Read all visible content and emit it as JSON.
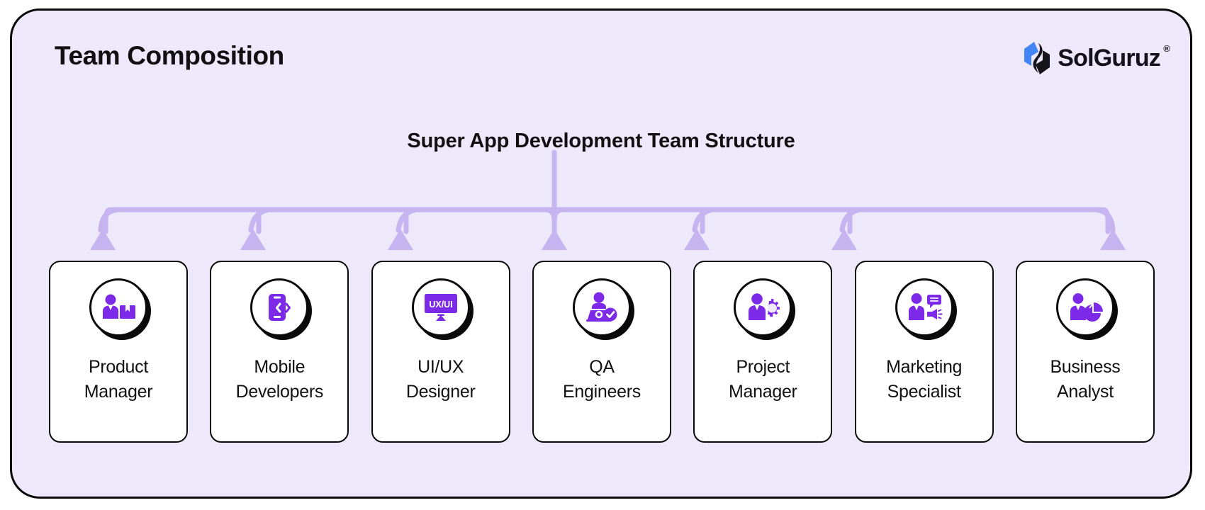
{
  "header": {
    "title": "Team Composition",
    "logo_text": "SolGuruz",
    "logo_registered": "®"
  },
  "diagram": {
    "title": "Super App Development Team Structure",
    "connector_color": "#c5b4f0",
    "accent_color": "#7d2ae8",
    "background_color": "#eee8fb",
    "card_background": "#ffffff",
    "border_color": "#0a0a0a",
    "roles": [
      {
        "id": "product-manager",
        "label": "Product\nManager",
        "line1": "Product",
        "line2": "Manager",
        "icon": "person-box-icon"
      },
      {
        "id": "mobile-developers",
        "label": "Mobile\nDevelopers",
        "line1": "Mobile",
        "line2": "Developers",
        "icon": "phone-code-icon"
      },
      {
        "id": "uiux-designer",
        "label": "UI/UX\nDesigner",
        "line1": "UI/UX",
        "line2": "Designer",
        "icon": "monitor-uxui-icon"
      },
      {
        "id": "qa-engineers",
        "label": "QA\nEngineers",
        "line1": "QA",
        "line2": "Engineers",
        "icon": "person-laptop-check-icon"
      },
      {
        "id": "project-manager",
        "label": "Project\nManager",
        "line1": "Project",
        "line2": "Manager",
        "icon": "person-gear-icon"
      },
      {
        "id": "marketing-specialist",
        "label": "Marketing\nSpecialist",
        "line1": "Marketing",
        "line2": "Specialist",
        "icon": "person-megaphone-icon"
      },
      {
        "id": "business-analyst",
        "label": "Business\nAnalyst",
        "line1": "Business",
        "line2": "Analyst",
        "icon": "person-piechart-icon"
      }
    ],
    "icon_label_uxui": "UX/UI"
  }
}
